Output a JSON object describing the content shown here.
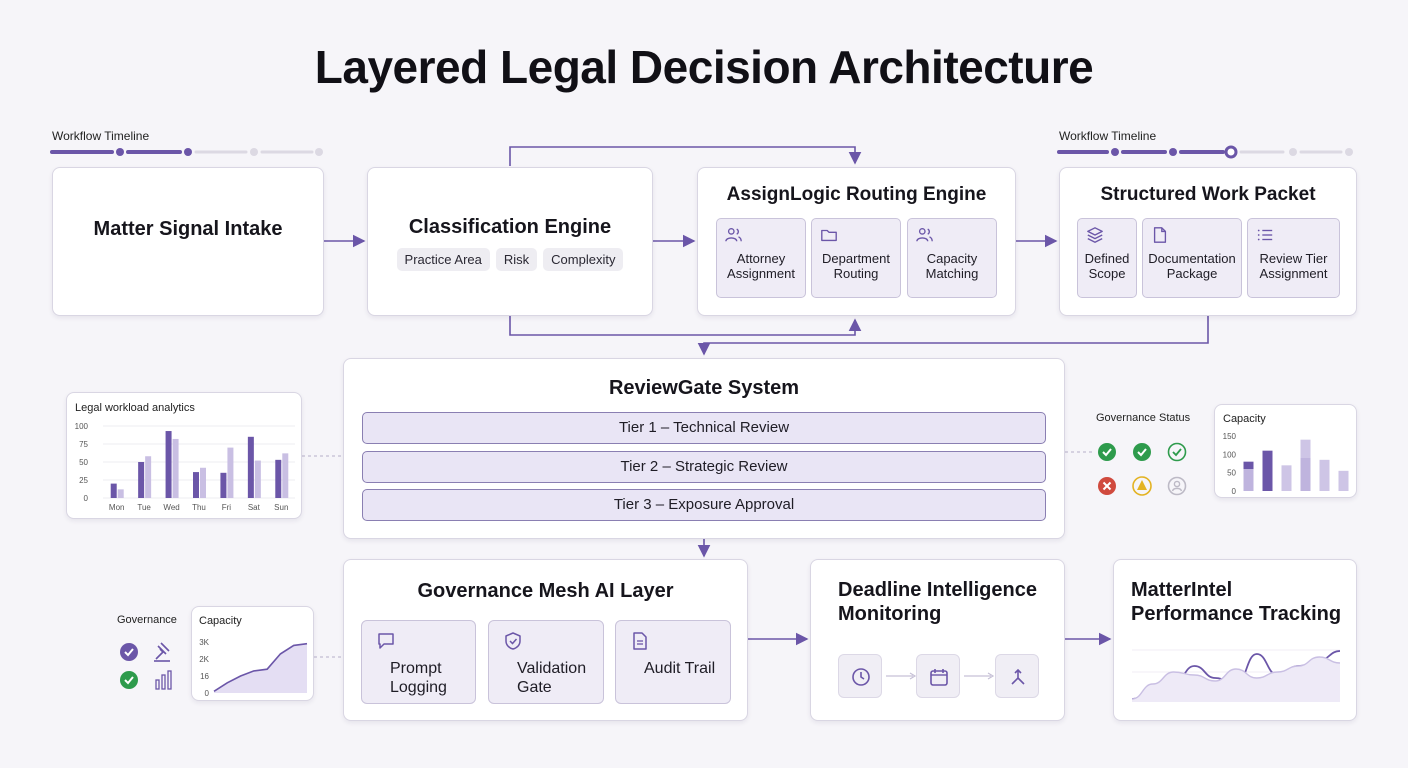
{
  "title": "Layered Legal Decision Architecture",
  "timeline_left": {
    "label": "Workflow Timeline"
  },
  "timeline_right": {
    "label": "Workflow Timeline"
  },
  "intake": {
    "title": "Matter Signal Intake"
  },
  "classification": {
    "title": "Classification Engine",
    "tags": [
      "Practice Area",
      "Risk",
      "Complexity"
    ]
  },
  "routing": {
    "title": "AssignLogic Routing Engine",
    "items": [
      {
        "label": "Attorney Assignment",
        "icon": "users-icon"
      },
      {
        "label": "Department Routing",
        "icon": "folder-icon"
      },
      {
        "label": "Capacity Matching",
        "icon": "users-icon"
      }
    ]
  },
  "packet": {
    "title": "Structured Work Packet",
    "items": [
      {
        "label": "Defined Scope",
        "icon": "layers-icon"
      },
      {
        "label": "Documentation Package",
        "icon": "document-icon"
      },
      {
        "label": "Review Tier Assignment",
        "icon": "list-icon"
      }
    ]
  },
  "reviewgate": {
    "title": "ReviewGate System",
    "tiers": [
      "Tier 1 – Technical Review",
      "Tier 2 – Strategic Review",
      "Tier 3 – Exposure Approval"
    ]
  },
  "governance_mesh": {
    "title": "Governance Mesh AI Layer",
    "items": [
      {
        "label": "Prompt Logging",
        "icon": "message-icon"
      },
      {
        "label": "Validation Gate",
        "icon": "shield-icon"
      },
      {
        "label": "Audit Trail",
        "icon": "document-icon"
      }
    ]
  },
  "deadline": {
    "title": "Deadline Intelligence Monitoring",
    "icons": [
      "clock-icon",
      "calendar-icon",
      "branch-icon"
    ]
  },
  "matterintel": {
    "title": "MatterIntel Performance Tracking"
  },
  "workload_chart": {
    "title": "Legal workload analytics",
    "yticks": [
      "100",
      "75",
      "50",
      "25",
      "0"
    ]
  },
  "capacity_right_chart": {
    "title": "Capacity",
    "yticks": [
      "150",
      "100",
      "50",
      "0"
    ]
  },
  "capacity_left_chart": {
    "title": "Capacity",
    "yticks": [
      "3K",
      "2K",
      "16",
      "0"
    ]
  },
  "governance_status": {
    "label": "Governance Status"
  },
  "governance_left": {
    "label": "Governance"
  },
  "colors": {
    "accent": "#6b56a8",
    "light_accent": "#c9bfe3",
    "green": "#2e9b4c",
    "red": "#d04a3e",
    "yellow": "#e3b323"
  },
  "chart_data": [
    {
      "type": "bar",
      "title": "Legal workload analytics",
      "categories": [
        "Mon",
        "Tue",
        "Wed",
        "Thu",
        "Fri",
        "Sat",
        "Sun"
      ],
      "ylim": [
        0,
        100
      ],
      "series": [
        {
          "values": [
            20,
            50,
            93,
            36,
            35,
            85,
            53
          ]
        },
        {
          "values": [
            12,
            58,
            82,
            42,
            70,
            52,
            62
          ]
        }
      ]
    },
    {
      "type": "bar",
      "title": "Capacity",
      "categories": [
        "1",
        "2",
        "3",
        "4",
        "5",
        "6"
      ],
      "ylim": [
        0,
        150
      ],
      "series": [
        {
          "values": [
            80,
            110,
            0,
            90,
            0,
            0
          ]
        },
        {
          "values": [
            60,
            0,
            70,
            140,
            85,
            55
          ]
        }
      ]
    },
    {
      "type": "area",
      "title": "Capacity",
      "x": [
        0,
        1,
        2,
        3,
        4,
        5,
        6,
        7
      ],
      "ylim": [
        0,
        3000
      ],
      "series": [
        {
          "values": [
            100,
            600,
            1000,
            1300,
            1400,
            2300,
            2800,
            2900
          ]
        }
      ]
    },
    {
      "type": "line",
      "x": [
        0,
        1,
        2,
        3,
        4,
        5,
        6,
        7,
        8,
        9,
        10
      ],
      "ylim": [
        0,
        100
      ],
      "series": [
        {
          "values": [
            5,
            20,
            30,
            60,
            40,
            30,
            80,
            45,
            60,
            70,
            85
          ]
        },
        {
          "values": [
            5,
            30,
            50,
            45,
            35,
            55,
            40,
            50,
            60,
            75,
            65
          ]
        }
      ]
    }
  ]
}
